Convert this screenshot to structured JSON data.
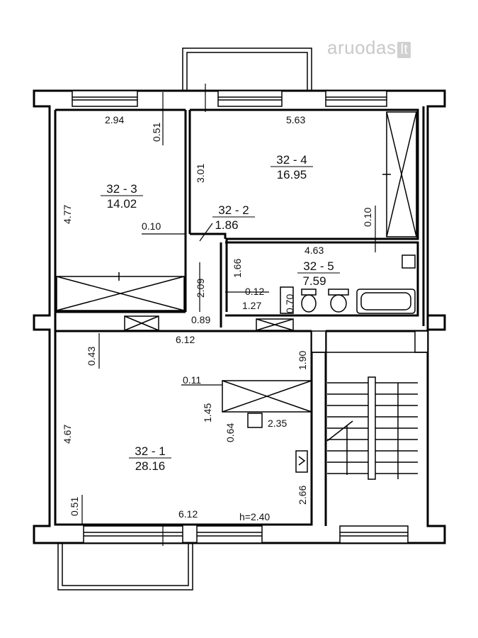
{
  "watermark": {
    "brand": "aruodas",
    "tld": "lt"
  },
  "rooms": [
    {
      "id": "32 - 3",
      "area": "14.02"
    },
    {
      "id": "32 - 4",
      "area": "16.95"
    },
    {
      "id": "32 - 2",
      "area": "1.86"
    },
    {
      "id": "32 - 5",
      "area": "7.59"
    },
    {
      "id": "32 - 1",
      "area": "28.16"
    }
  ],
  "dimensions": {
    "room3_width": "2.94",
    "room3_window": "0.51",
    "room3_height": "4.77",
    "wall_0_10_left": "0.10",
    "room4_width": "5.63",
    "room4_height": "3.01",
    "room4_wall": "0.10",
    "hall2_length": "2.09",
    "hall2_width": "0.89",
    "bath_width": "4.63",
    "bath_height": "1.66",
    "bath_step": "0.12",
    "bath_sub": "1.27",
    "bath_door": "0.70",
    "room1_width_top": "6.12",
    "room1_top_offset": "0.43",
    "room1_right_step": "1.90",
    "closet_offset": "0.11",
    "closet_height": "1.45",
    "closet_step": "0.64",
    "closet_width": "2.35",
    "room1_height": "4.67",
    "room1_right_height": "2.66",
    "room1_window": "0.51",
    "room1_width_bottom": "6.12"
  },
  "ceiling_height": "h=2.40"
}
